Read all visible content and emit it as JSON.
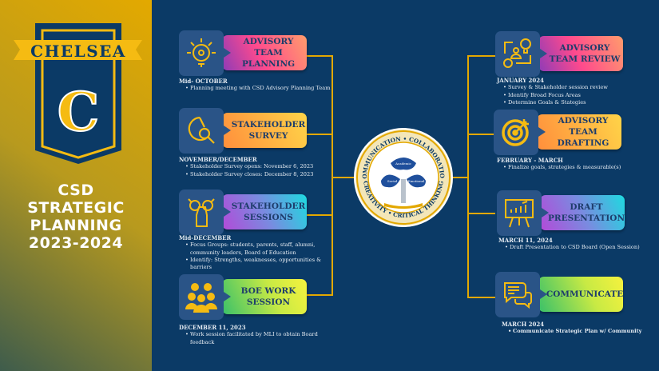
{
  "brand": {
    "name": "CHELSEA",
    "letter": "C"
  },
  "title_lines": [
    "CSD",
    "STRATEGIC",
    "PLANNING",
    "2023-2024"
  ],
  "center_logo": {
    "ring_top": "COMMUNICATION • COLLABORATION",
    "ring_bottom": "CREATIVITY • CRITICAL THINKING",
    "leaves": [
      "Academic",
      "Social",
      "Emotional"
    ]
  },
  "colors": {
    "background": "#0b3a66",
    "connector": "#e3a800",
    "icon_box": "#2a5487"
  },
  "left_steps": [
    {
      "icon": "gear-lightbulb-icon",
      "label": "ADVISORY TEAM PLANNING",
      "date": "Mid- OCTOBER",
      "bullets": [
        "Planning meeting with CSD Advisory Planning Team"
      ]
    },
    {
      "icon": "pie-chart-magnifier-icon",
      "label": "STAKEHOLDER SURVEY",
      "date": "NOVEMBER/DECEMBER",
      "bullets": [
        "Stakeholder Survey opens: November 6, 2023",
        "Stakeholder Survey closes: December 8, 2023"
      ]
    },
    {
      "icon": "hands-together-icon",
      "label": "STAKEHOLDER SESSIONS",
      "date": "Mid-DECEMBER",
      "bullets": [
        "Focus Groups: students, parents, staff, alumni, community leaders, Board of Education",
        "Identify: Strengths, weaknesses, opportunities & barriers"
      ]
    },
    {
      "icon": "group-people-icon",
      "label": "BOE WORK SESSION",
      "date": "DECEMBER 11, 2023",
      "bullets": [
        "Work session facilitated by MLI to obtain Board feedback"
      ]
    }
  ],
  "right_steps": [
    {
      "icon": "idea-process-icon",
      "label": "ADVISORY TEAM REVIEW",
      "date": "JANUARY 2024",
      "bullets": [
        "Survey & Stakeholder session review",
        "Identify Broad Focus Areas",
        "Determine Goals & Stategies"
      ]
    },
    {
      "icon": "target-icon",
      "label": "ADVISORY TEAM DRAFTING",
      "date": "FEBRUARY - MARCH",
      "bullets": [
        "Finalize goals, strategies & measurable(s)"
      ]
    },
    {
      "icon": "presentation-board-icon",
      "label": "DRAFT PRESENTATION",
      "date": "MARCH 11, 2024",
      "bullets": [
        "Draft Presentation to CSD Board (Open Session)"
      ]
    },
    {
      "icon": "chat-bubbles-icon",
      "label": "COMMUNICATE",
      "date": "MARCH 2024",
      "bullets": [
        "Communicate Strategic Plan w/ Community"
      ]
    }
  ]
}
